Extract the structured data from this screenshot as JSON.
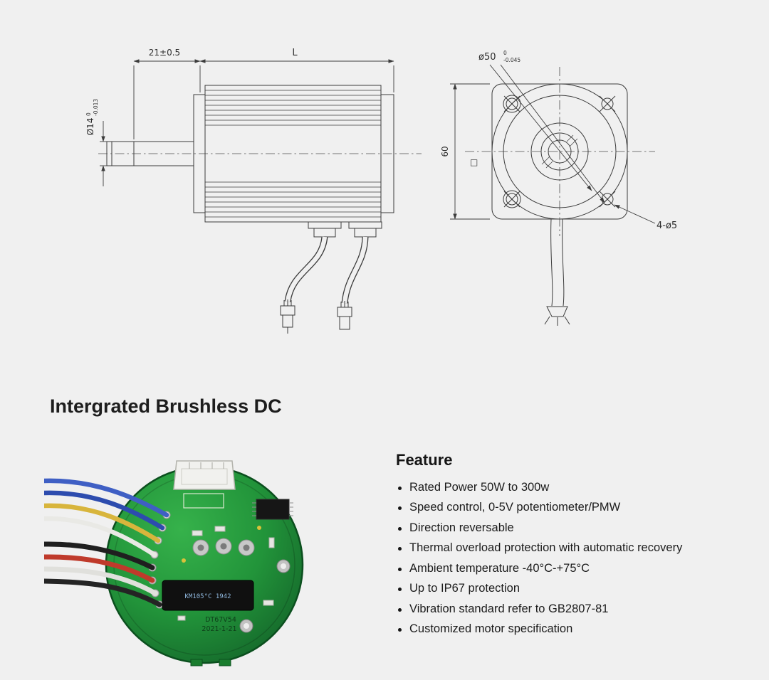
{
  "page": {
    "background": "#f0f0f0",
    "accent_green": "#22943a"
  },
  "section": {
    "title": "Intergrated Brushless DC"
  },
  "drawing": {
    "side_view": {
      "dim_front_length": "21±0.5",
      "dim_body_length": "L",
      "shaft_dia": "Ø14",
      "shaft_dia_tol_upper": "0",
      "shaft_dia_tol_lower": "-0.013"
    },
    "front_view": {
      "pilot_dia": "ø50",
      "pilot_tol_upper": "0",
      "pilot_tol_lower": "-0.045",
      "flange_size": "60",
      "square_symbol": "□",
      "mounting_holes": "4-ø5"
    }
  },
  "pcb": {
    "model": "DT67V54",
    "date": "2021-1-21",
    "component_marking": "KM105°C 1942"
  },
  "features": {
    "heading": "Feature",
    "items": [
      "Rated Power 50W to 300w",
      "Speed control, 0-5V potentiometer/PMW",
      "Direction reversable",
      "Thermal overload protection with automatic recovery",
      "Ambient temperature -40°C-+75°C",
      "Up to IP67 protection",
      "Vibration standard refer to GB2807-81",
      "Customized motor specification"
    ]
  }
}
